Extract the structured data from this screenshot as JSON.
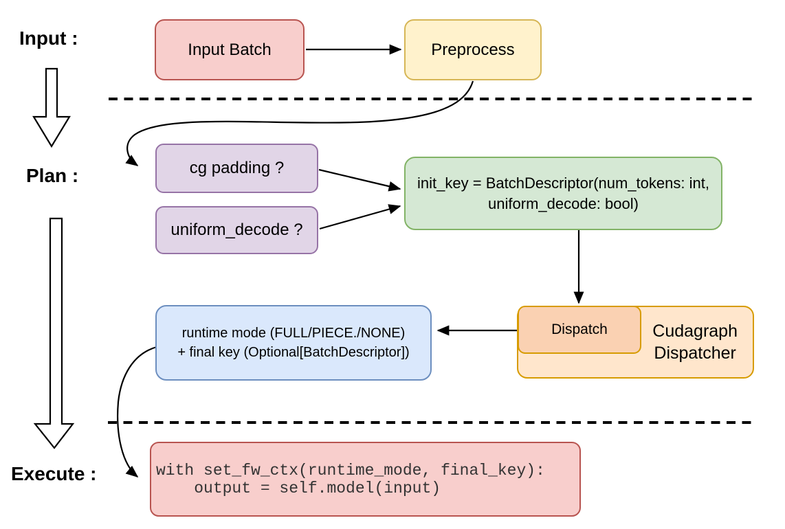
{
  "title": "Cudagraph dispatch pipeline diagram",
  "colors": {
    "red-fill": "#F8CECC",
    "red-stroke": "#B85450",
    "yellow-fill": "#FFF2CC",
    "yellow-stroke": "#D6B656",
    "purple-fill": "#E1D5E7",
    "purple-stroke": "#9673A6",
    "green-fill": "#D5E8D4",
    "green-stroke": "#82B366",
    "orange-fill": "#FFE6CC",
    "orange-stroke": "#D79B00",
    "peach-fill": "#FAD1B2",
    "blue-fill": "#DAE8FC",
    "blue-stroke": "#6C8EBF",
    "line": "#000000",
    "code-text": "#333333"
  },
  "stages": {
    "input": "Input :",
    "plan": "Plan :",
    "execute": "Execute :"
  },
  "nodes": {
    "input_batch": "Input Batch",
    "preprocess": "Preprocess",
    "cg_padding": "cg padding ?",
    "uniform_decode": "uniform_decode ?",
    "init_key_line1": "init_key = BatchDescriptor(num_tokens: int,",
    "init_key_line2": "uniform_decode: bool)",
    "dispatch": "Dispatch",
    "dispatcher_line1": "Cudagraph",
    "dispatcher_line2": "Dispatcher",
    "runtime_line1": "runtime mode (FULL/PIECE./NONE)",
    "runtime_line2": "+ final key (Optional[BatchDescriptor])",
    "code_line1": "with set_fw_ctx(runtime_mode, final_key):",
    "code_line2": "    output = self.model(input)"
  }
}
